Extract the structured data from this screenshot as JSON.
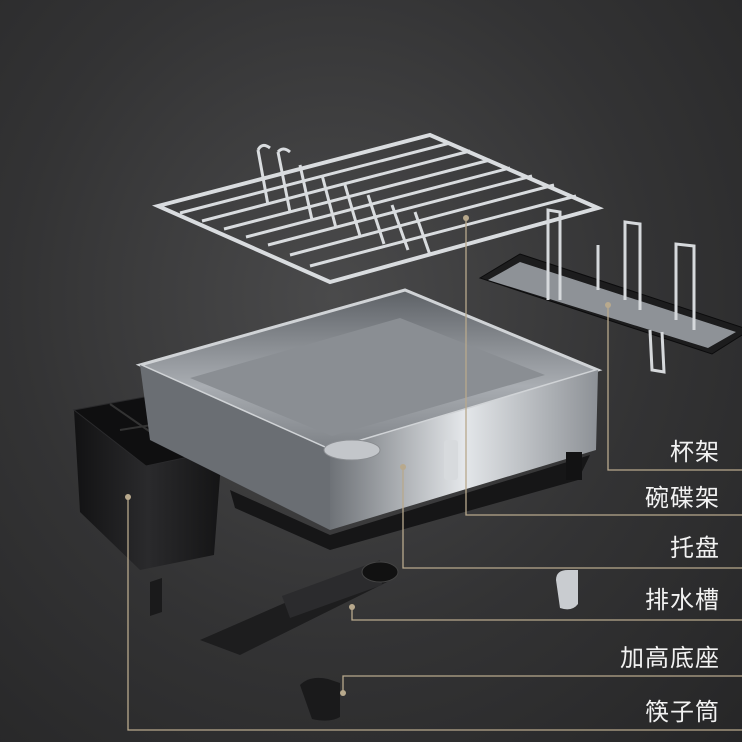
{
  "labels": {
    "cup_rack": "杯架",
    "bowl_rack": "碗碟架",
    "tray": "托盘",
    "drain_channel": "排水槽",
    "raised_base": "加高底座",
    "chopstick_holder": "筷子筒"
  },
  "colors": {
    "background": "#3a3a3b",
    "leader_line": "#b8a98d",
    "label_text": "#f2f2f2",
    "steel": "#c9ccd0",
    "plastic_black": "#1c1c1d"
  }
}
